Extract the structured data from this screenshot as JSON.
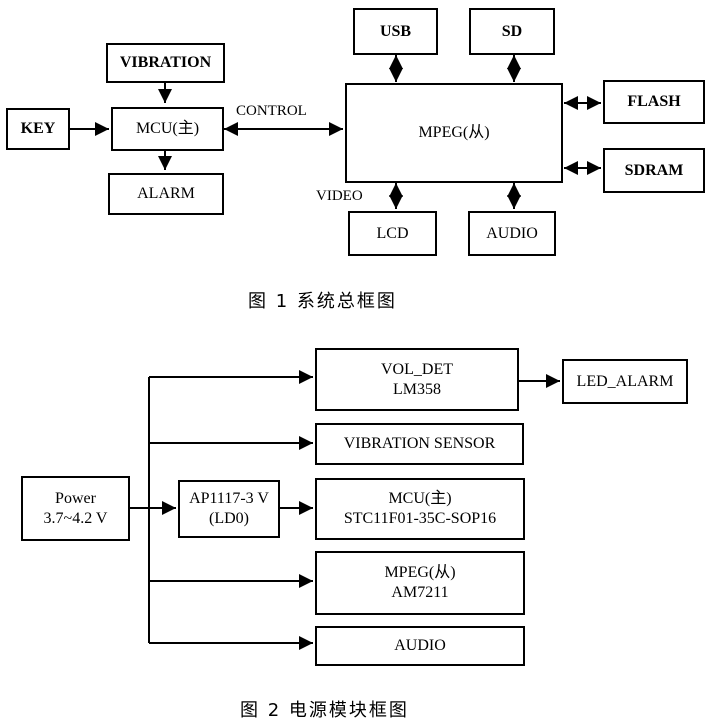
{
  "figure1": {
    "caption": "图 1   系统总框图",
    "blocks": {
      "vibration": "VIBRATION",
      "key": "KEY",
      "mcu": "MCU(主)",
      "alarm": "ALARM",
      "mpeg": "MPEG(从)",
      "usb": "USB",
      "sd": "SD",
      "flash": "FLASH",
      "sdram": "SDRAM",
      "lcd": "LCD",
      "audio": "AUDIO"
    },
    "labels": {
      "control": "CONTROL",
      "video": "VIDEO"
    }
  },
  "figure2": {
    "caption": "图 2   电源模块框图",
    "blocks": {
      "power_line1": "Power",
      "power_line2": "3.7~4.2 V",
      "ldo_line1": "AP1117-3 V",
      "ldo_line2": "(LD0)",
      "voldet_line1": "VOL_DET",
      "voldet_line2": "LM358",
      "led_alarm": "LED_ALARM",
      "vibration_sensor": "VIBRATION SENSOR",
      "mcu_line1": "MCU(主)",
      "mcu_line2": "STC11F01-35C-SOP16",
      "mpeg_line1": "MPEG(从)",
      "mpeg_line2": "AM7211",
      "audio": "AUDIO"
    }
  }
}
